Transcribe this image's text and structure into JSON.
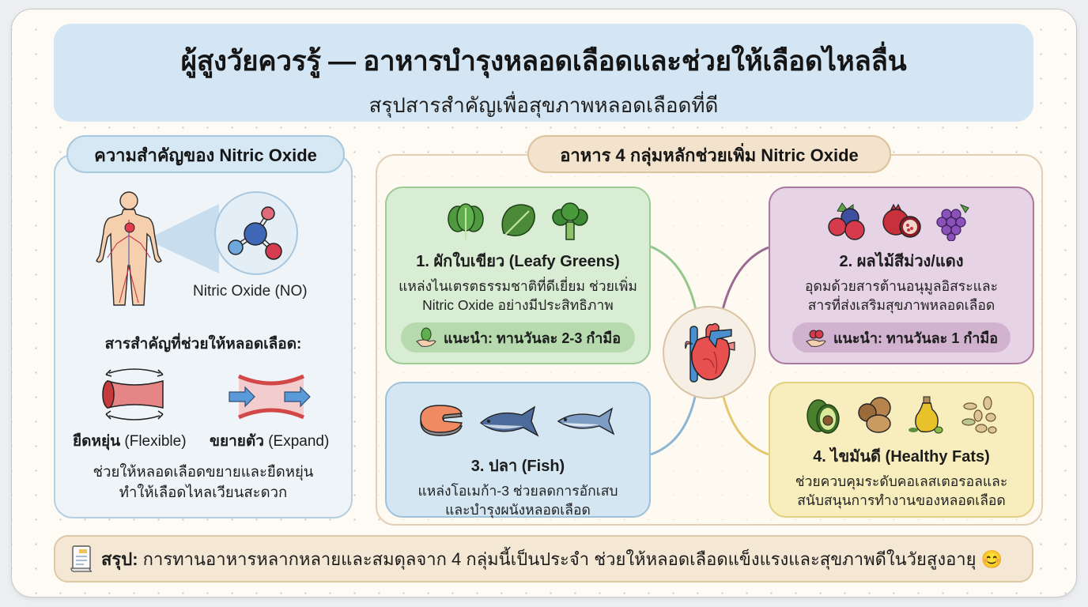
{
  "header": {
    "title": "ผู้สูงวัยควรรู้ — อาหารบำรุงหลอดเลือดและช่วยให้เลือดไหลลื่น",
    "subtitle": "สรุปสารสำคัญเพื่อสุขภาพหลอดเลือดที่ดี"
  },
  "left_panel": {
    "title": "ความสำคัญของ Nitric Oxide",
    "molecule_label": "Nitric Oxide (NO)",
    "icons": [
      "human-body-circulation-icon",
      "nitric-oxide-molecule-icon"
    ],
    "subheading": "สารสำคัญที่ช่วยให้หลอดเลือด:",
    "properties": [
      {
        "thai": "ยืดหยุ่น",
        "english": "(Flexible)",
        "icon": "flexible-vessel-icon"
      },
      {
        "thai": "ขยายตัว",
        "english": "(Expand)",
        "icon": "expanding-vessel-icon"
      }
    ],
    "description_line1": "ช่วยให้หลอดเลือดขยายและยืดหยุ่น",
    "description_line2": "ทำให้เลือดไหลเวียนสะดวก"
  },
  "right_panel": {
    "title": "อาหาร 4 กลุ่มหลักช่วยเพิ่ม Nitric Oxide",
    "center_icon": "heart-icon",
    "groups": [
      {
        "title": "1. ผักใบเขียว (Leafy Greens)",
        "desc_line1": "แหล่งไนเตรตธรรมชาติที่ดีเยี่ยม ช่วยเพิ่ม",
        "desc_line2": "Nitric Oxide อย่างมีประสิทธิภาพ",
        "recommendation": "แนะนำ: ทานวันละ 2-3 กำมือ",
        "icons": [
          "spinach-icon",
          "kale-icon",
          "broccoli-icon"
        ],
        "color": "#d9edd5",
        "border": "#9ccb95"
      },
      {
        "title": "2. ผลไม้สีม่วง/แดง",
        "desc_line1": "อุดมด้วยสารต้านอนุมูลอิสระและ",
        "desc_line2": "สารที่ส่งเสริมสุขภาพหลอดเลือด",
        "recommendation": "แนะนำ: ทานวันละ 1 กำมือ",
        "icons": [
          "berries-icon",
          "pomegranate-icon",
          "grapes-icon"
        ],
        "color": "#e6d3e6",
        "border": "#a9789f"
      },
      {
        "title": "3. ปลา (Fish)",
        "desc_line1": "แหล่งโอเมก้า-3 ช่วยลดการอักเสบ",
        "desc_line2": "และบำรุงผนังหลอดเลือด",
        "icons": [
          "salmon-steak-icon",
          "tuna-icon",
          "mackerel-icon"
        ],
        "color": "#d5e6f3",
        "border": "#9dc2dc"
      },
      {
        "title": "4. ไขมันดี (Healthy Fats)",
        "desc_line1": "ช่วยควบคุมระดับคอเลสเตอรอลและ",
        "desc_line2": "สนับสนุนการทำงานของหลอดเลือด",
        "icons": [
          "avocado-icon",
          "walnut-icon",
          "olive-oil-icon",
          "seeds-icon"
        ],
        "color": "#f8eebd",
        "border": "#e3cf80"
      }
    ]
  },
  "summary": {
    "label": "สรุป:",
    "text": "การทานอาหารหลากหลายและสมดุลจาก 4 กลุ่มนี้เป็นประจำ ช่วยให้หลอดเลือดแข็งแรงและสุขภาพดีในวัยสูงอายุ",
    "emoji": "😊"
  }
}
